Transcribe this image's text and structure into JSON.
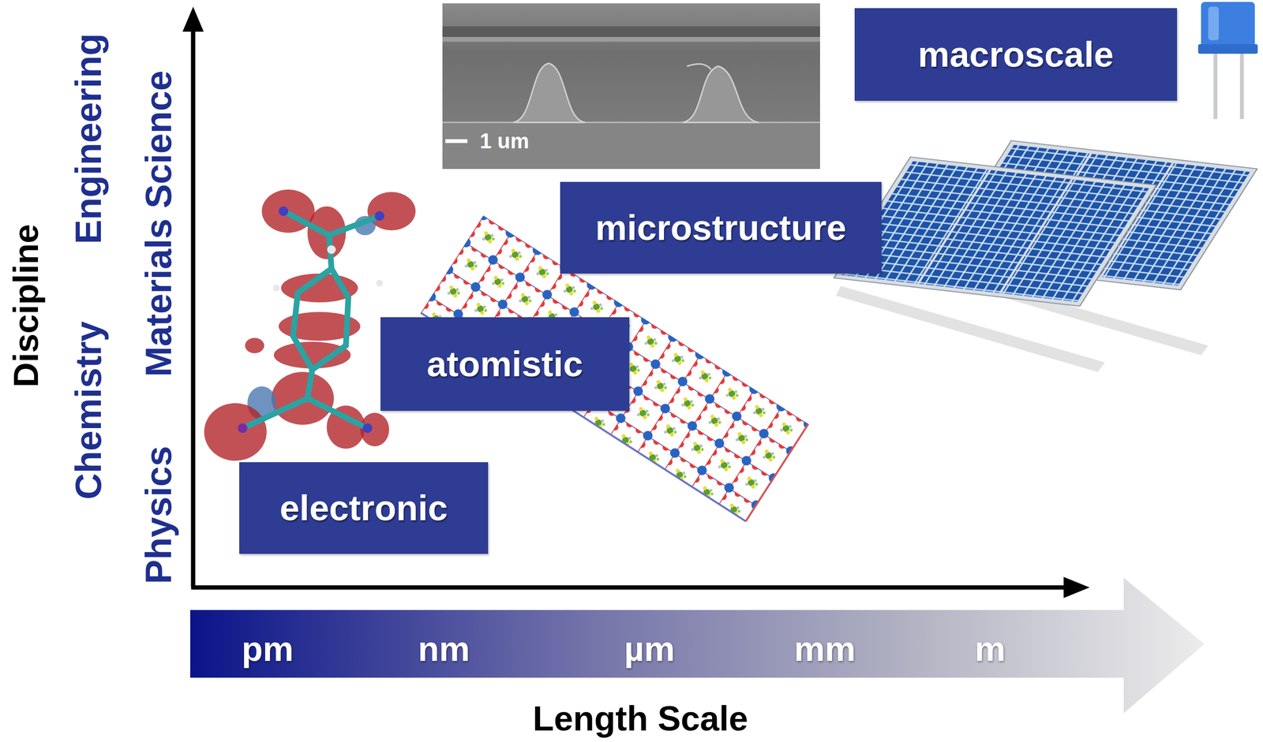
{
  "diagram": {
    "nodes": [
      {
        "text": [
          "electronic"
        ]
      },
      {
        "text": [
          "atomistic"
        ]
      },
      {
        "text": [
          "microstructure"
        ]
      },
      {
        "text": [
          "macroscale"
        ]
      }
    ],
    "labels": [
      "1 um",
      "Discipline",
      "Physics",
      "Chemistry",
      "Materials Science",
      "Engineering",
      "pm",
      "nm",
      "µm",
      "mm",
      "m",
      "Length Scale"
    ]
  }
}
